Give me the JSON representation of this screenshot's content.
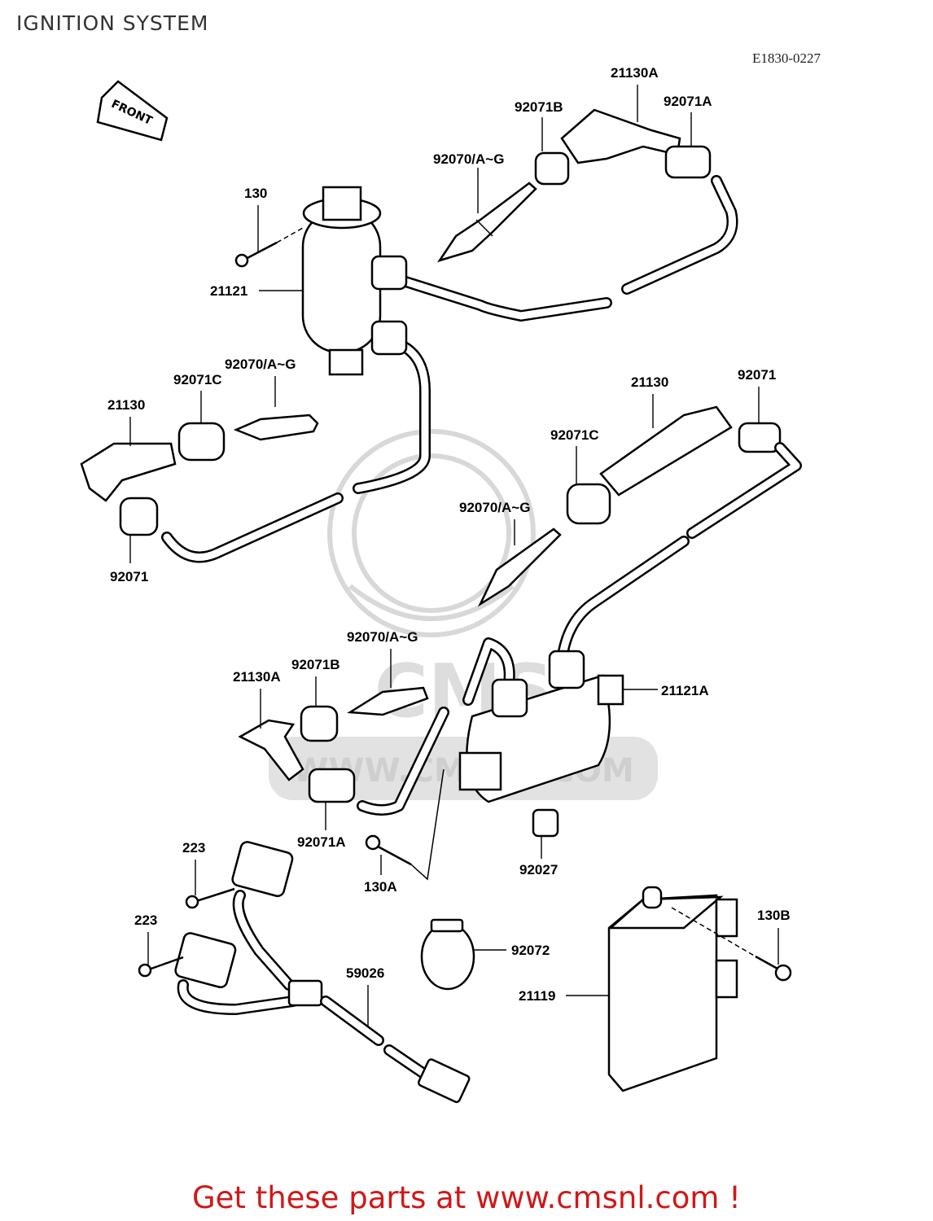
{
  "page": {
    "title": "IGNITION SYSTEM",
    "diagram_code": "E1830-0227",
    "front_marker": "FRONT",
    "watermark": "WWW.CMSNL.COM",
    "footer": "Get these parts at www.cmsnl.com !"
  },
  "parts": [
    {
      "id": "130",
      "label": "130"
    },
    {
      "id": "21121",
      "label": "21121"
    },
    {
      "id": "92070-1",
      "label": "92070/A~G"
    },
    {
      "id": "92071B-1",
      "label": "92071B"
    },
    {
      "id": "21130A-1",
      "label": "21130A"
    },
    {
      "id": "92071A-1",
      "label": "92071A"
    },
    {
      "id": "92070-2",
      "label": "92070/A~G"
    },
    {
      "id": "92071C-1",
      "label": "92071C"
    },
    {
      "id": "21130-1",
      "label": "21130"
    },
    {
      "id": "92071-1",
      "label": "92071"
    },
    {
      "id": "21130-2",
      "label": "21130"
    },
    {
      "id": "92071-2",
      "label": "92071"
    },
    {
      "id": "92071C-2",
      "label": "92071C"
    },
    {
      "id": "92070-3",
      "label": "92070/A~G"
    },
    {
      "id": "92070-4",
      "label": "92070/A~G"
    },
    {
      "id": "92071B-2",
      "label": "92071B"
    },
    {
      "id": "21130A-2",
      "label": "21130A"
    },
    {
      "id": "21121A",
      "label": "21121A"
    },
    {
      "id": "92071A-2",
      "label": "92071A"
    },
    {
      "id": "130A",
      "label": "130A"
    },
    {
      "id": "92027",
      "label": "92027"
    },
    {
      "id": "223-1",
      "label": "223"
    },
    {
      "id": "223-2",
      "label": "223"
    },
    {
      "id": "59026",
      "label": "59026"
    },
    {
      "id": "92072",
      "label": "92072"
    },
    {
      "id": "130B",
      "label": "130B"
    },
    {
      "id": "21119",
      "label": "21119"
    }
  ]
}
